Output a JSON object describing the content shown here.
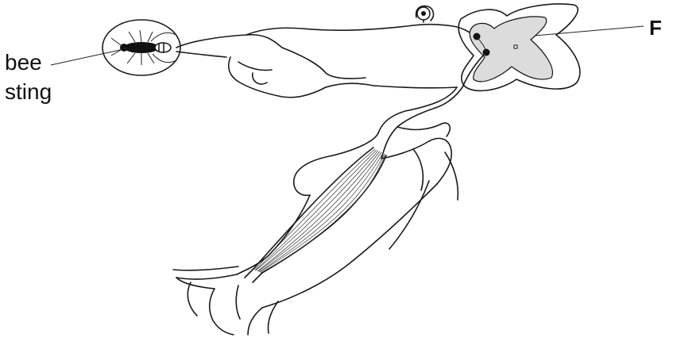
{
  "labels": {
    "bee_line1": "bee",
    "bee_line2": "sting",
    "f": "F"
  },
  "colors": {
    "line": "#1a1a1a",
    "grey_matter": "#dcdcdc",
    "background": "#ffffff"
  }
}
